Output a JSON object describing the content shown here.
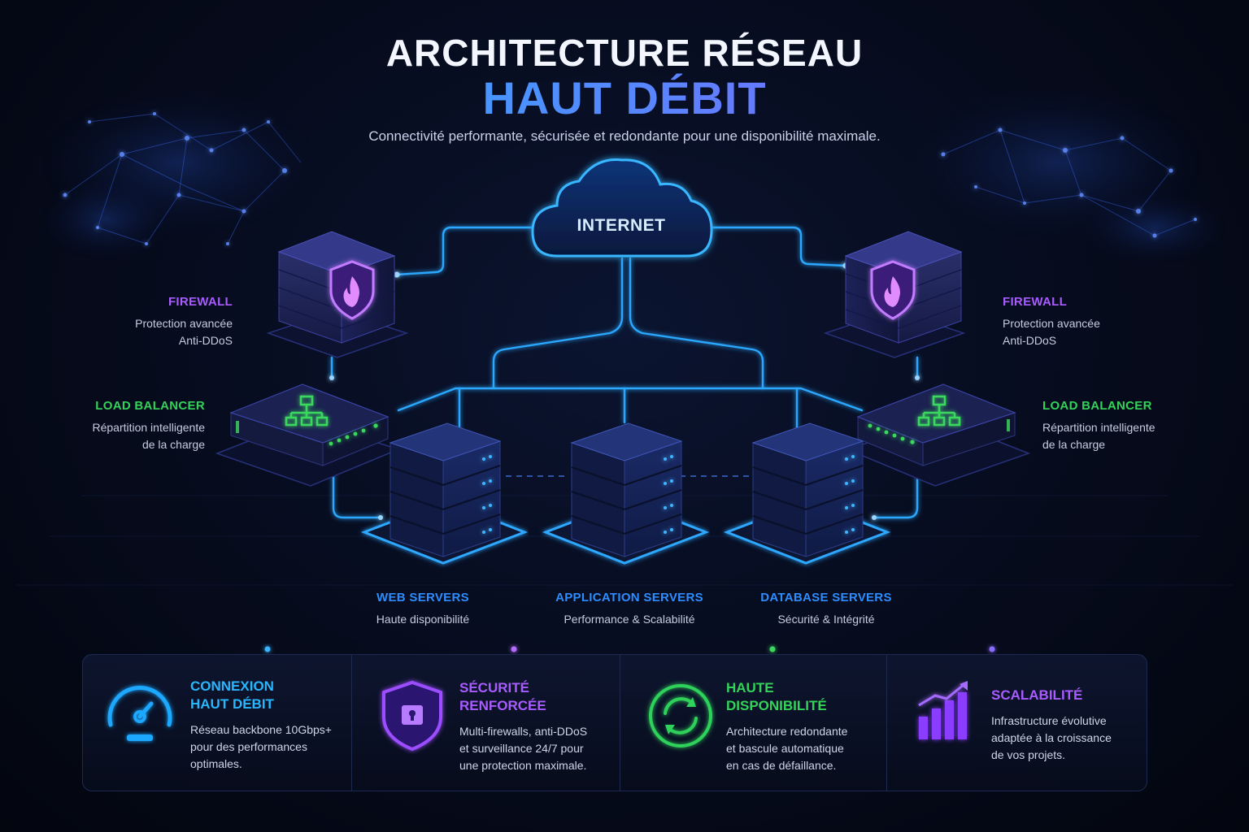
{
  "header": {
    "title_line1": "ARCHITECTURE RÉSEAU",
    "title_line2": "HAUT DÉBIT",
    "subtitle": "Connectivité performante, sécurisée et redondante pour une disponibilité maximale."
  },
  "diagram": {
    "cloud_label": "INTERNET",
    "firewall_left": {
      "title": "FIREWALL",
      "desc_line1": "Protection avancée",
      "desc_line2": "Anti-DDoS"
    },
    "firewall_right": {
      "title": "FIREWALL",
      "desc_line1": "Protection avancée",
      "desc_line2": "Anti-DDoS"
    },
    "lb_left": {
      "title": "LOAD BALANCER",
      "desc_line1": "Répartition intelligente",
      "desc_line2": "de la charge"
    },
    "lb_right": {
      "title": "LOAD BALANCER",
      "desc_line1": "Répartition intelligente",
      "desc_line2": "de la charge"
    },
    "web_servers": {
      "title": "WEB SERVERS",
      "desc": "Haute disponibilité"
    },
    "app_servers": {
      "title": "APPLICATION SERVERS",
      "desc": "Performance & Scalabilité"
    },
    "db_servers": {
      "title": "DATABASE SERVERS",
      "desc": "Sécurité & Intégrité"
    }
  },
  "features": [
    {
      "title_line1": "CONNEXION",
      "title_line2": "HAUT DÉBIT",
      "icon": "speedometer-icon",
      "color": "#1fa8ff",
      "desc_line1": "Réseau backbone 10Gbps+",
      "desc_line2": "pour des performances",
      "desc_line3": "optimales."
    },
    {
      "title_line1": "SÉCURITÉ",
      "title_line2": "RENFORCÉE",
      "icon": "shield-lock-icon",
      "color": "#9b4dff",
      "desc_line1": "Multi-firewalls, anti-DDoS",
      "desc_line2": "et surveillance 24/7 pour",
      "desc_line3": "une protection maximale."
    },
    {
      "title_line1": "HAUTE",
      "title_line2": "DISPONIBILITÉ",
      "icon": "refresh-cycle-icon",
      "color": "#2fd25a",
      "desc_line1": "Architecture redondante",
      "desc_line2": "et bascule automatique",
      "desc_line3": "en cas de défaillance."
    },
    {
      "title_line1": "SCALABILITÉ",
      "title_line2": "",
      "icon": "growth-chart-icon",
      "color": "#9a4dff",
      "desc_line1": "Infrastructure évolutive",
      "desc_line2": "adaptée à la croissance",
      "desc_line3": "de vos projets."
    }
  ],
  "colors": {
    "accent_blue": "#1fa8ff",
    "accent_purple": "#9b4dff",
    "accent_green": "#2fd25a",
    "background": "#060b1c"
  }
}
